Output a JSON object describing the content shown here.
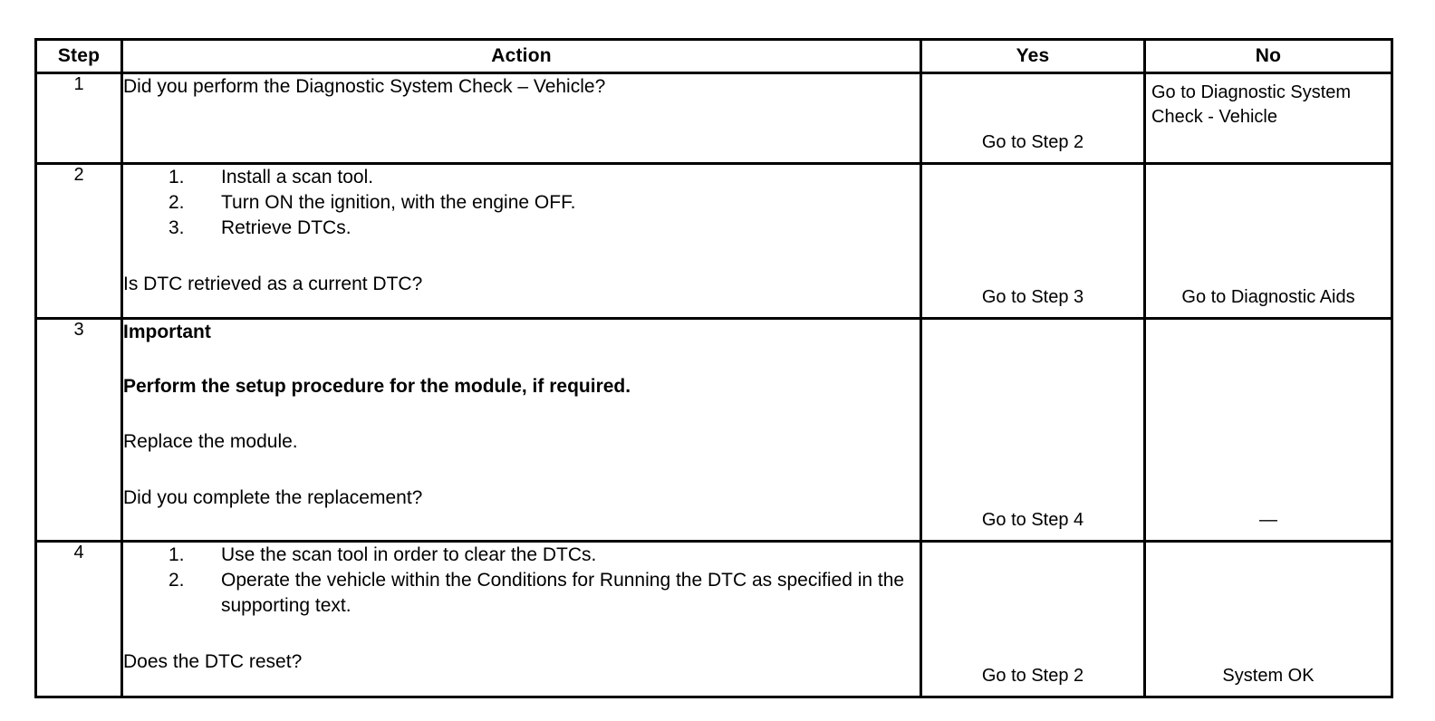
{
  "table": {
    "headers": {
      "step": "Step",
      "action": "Action",
      "yes": "Yes",
      "no": "No"
    },
    "rows": [
      {
        "step": "1",
        "action": {
          "lead": "Did you perform the Diagnostic System Check – Vehicle?",
          "list": [],
          "question": ""
        },
        "yes": "Go to Step 2",
        "no": "Go to Diagnostic System Check - Vehicle"
      },
      {
        "step": "2",
        "action": {
          "lead": "",
          "list": [
            {
              "num": "1.",
              "text": "Install a scan tool."
            },
            {
              "num": "2.",
              "text": "Turn ON the ignition, with the engine OFF."
            },
            {
              "num": "3.",
              "text": "Retrieve DTCs."
            }
          ],
          "question": "Is DTC retrieved as a current DTC?"
        },
        "yes": "Go to Step 3",
        "no": "Go to Diagnostic Aids"
      },
      {
        "step": "3",
        "action": {
          "important_heading": "Important",
          "important_body": "Perform the setup procedure for the module, if required.",
          "body": "Replace the module.",
          "question": "Did you complete the replacement?"
        },
        "yes": "Go to Step 4",
        "no": "—"
      },
      {
        "step": "4",
        "action": {
          "lead": "",
          "list": [
            {
              "num": "1.",
              "text": "Use the scan tool in order to clear the DTCs."
            },
            {
              "num": "2.",
              "text": "Operate the vehicle within the Conditions for Running the DTC as specified in the supporting text."
            }
          ],
          "question": "Does the DTC reset?"
        },
        "yes": "Go to Step 2",
        "no": "System OK"
      }
    ]
  },
  "colors": {
    "border": "#000000",
    "text": "#000000",
    "background": "#ffffff"
  }
}
